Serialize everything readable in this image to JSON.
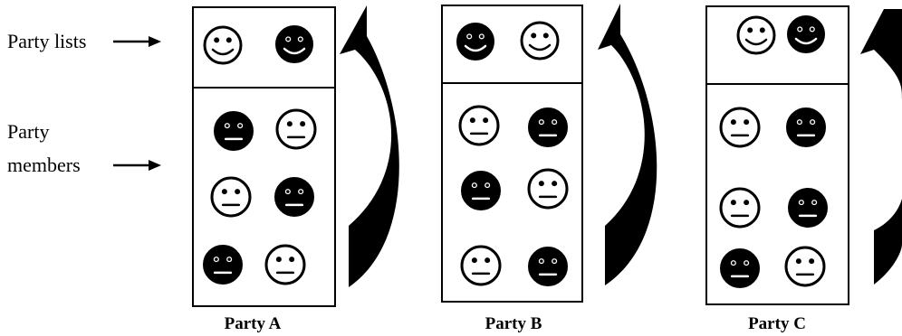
{
  "labels": {
    "party_lists": "Party lists",
    "party_members_line1": "Party",
    "party_members_line2": "members"
  },
  "parties": [
    {
      "name": "Party A",
      "list": [
        "happy-light",
        "happy-dark"
      ],
      "members": [
        "neutral-dark",
        "neutral-light",
        "neutral-light",
        "neutral-dark",
        "neutral-dark",
        "neutral-light"
      ]
    },
    {
      "name": "Party B",
      "list": [
        "happy-dark",
        "happy-light"
      ],
      "members": [
        "neutral-light",
        "neutral-dark",
        "neutral-dark",
        "neutral-light",
        "neutral-light",
        "neutral-dark"
      ]
    },
    {
      "name": "Party  C",
      "list": [
        "happy-light",
        "happy-dark"
      ],
      "members": [
        "neutral-light",
        "neutral-dark",
        "neutral-light",
        "neutral-dark",
        "neutral-dark",
        "neutral-light"
      ]
    }
  ],
  "colors": {
    "ink": "#000000",
    "paper": "#ffffff"
  }
}
